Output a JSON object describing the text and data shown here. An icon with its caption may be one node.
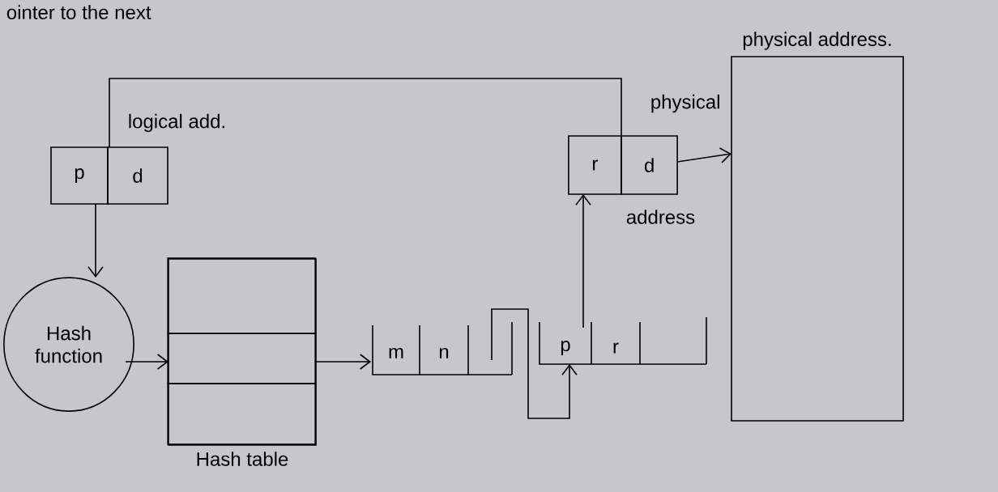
{
  "diagram": {
    "nodes": [
      {
        "text": [
          "p"
        ]
      },
      {
        "text": [
          "d"
        ]
      },
      {
        "text": [
          "Hash function"
        ]
      },
      {
        "text": [
          "Hash table"
        ]
      },
      {
        "text": [],
        "shape": "box",
        "in": 3
      },
      {
        "text": [],
        "shape": "box",
        "in": 3
      },
      {
        "text": [],
        "shape": "box",
        "in": 3
      },
      {
        "text": [
          "m"
        ]
      },
      {
        "text": [
          "n"
        ]
      },
      {
        "text": [],
        "shape": "box"
      },
      {
        "text": [
          "p"
        ]
      },
      {
        "text": [
          "r"
        ]
      },
      {
        "text": [],
        "shape": "box"
      },
      {
        "text": [
          "r"
        ]
      },
      {
        "text": [
          "d"
        ]
      },
      {
        "text": [
          "physical address."
        ]
      }
    ],
    "edges": [
      {
        "from": 0,
        "to": 2,
        "arrow": "to"
      },
      {
        "from": 2,
        "to": 5,
        "arrow": "to"
      },
      {
        "from": 5,
        "to": 7,
        "arrow": "to"
      },
      {
        "from": 9,
        "to": 10,
        "arrow": "to"
      },
      {
        "from": 11,
        "to": 13,
        "arrow": "to"
      },
      {
        "from": 14,
        "to": 15,
        "arrow": "to"
      },
      {
        "from": 1,
        "to": 14,
        "arrow": "none"
      }
    ],
    "labels": [
      "ointer to the next",
      "logical add.",
      "physical",
      "address"
    ]
  }
}
